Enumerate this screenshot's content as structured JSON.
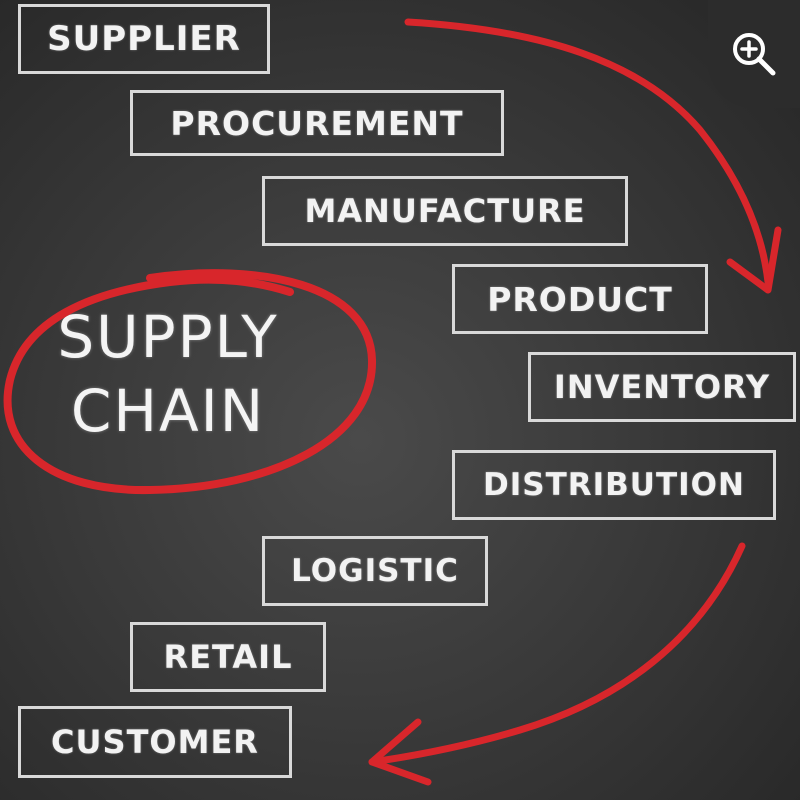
{
  "title": {
    "line1": "SUPPLY",
    "line2": "CHAIN"
  },
  "steps": [
    "SUPPLIER",
    "PROCUREMENT",
    "MANUFACTURE",
    "PRODUCT",
    "INVENTORY",
    "DISTRIBUTION",
    "LOGISTIC",
    "RETAIL",
    "CUSTOMER"
  ],
  "colors": {
    "arrow": "#d8262b",
    "chalk": "#f2f2f2",
    "board": "#3a3a3a"
  },
  "icons": {
    "zoom": "zoom-in-icon"
  }
}
